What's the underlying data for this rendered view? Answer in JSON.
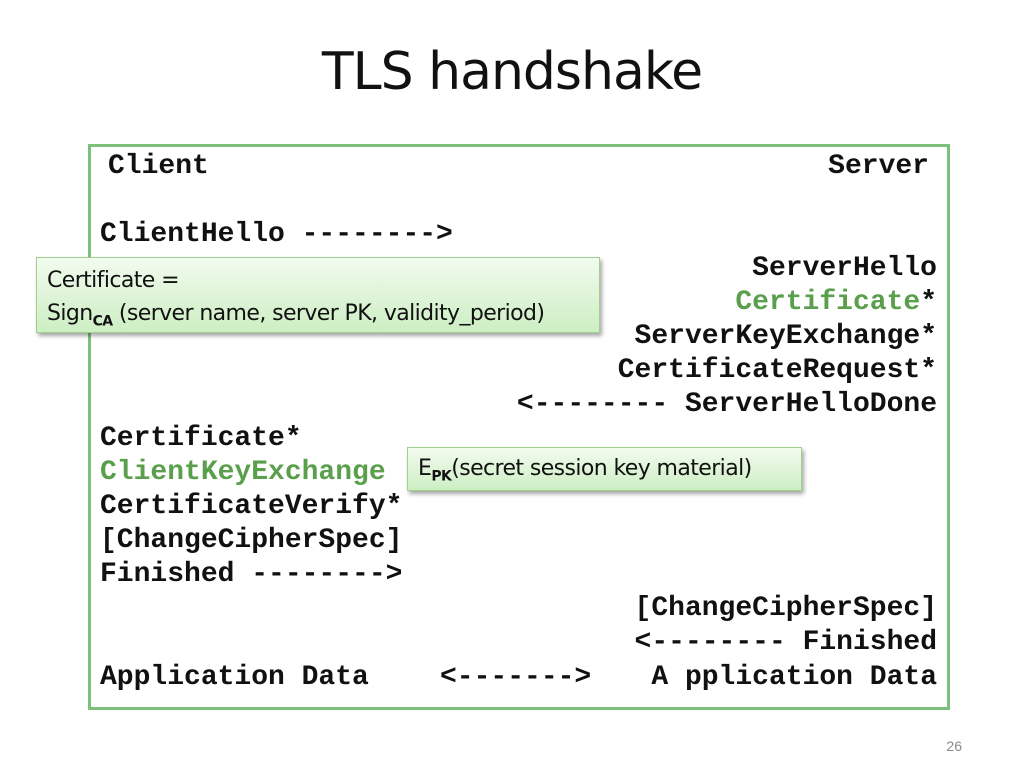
{
  "title": "TLS handshake",
  "header": {
    "client": "Client",
    "server": "Server"
  },
  "lines": {
    "client_hello": "ClientHello -------->",
    "server_hello": "ServerHello",
    "server_certificate": "Certificate",
    "star": "*",
    "server_key_exchange": "ServerKeyExchange*",
    "certificate_request": "CertificateRequest*",
    "server_hello_done": "<-------- ServerHelloDone",
    "client_certificate": "Certificate*",
    "client_key_exchange": "ClientKeyExchange",
    "certificate_verify": "CertificateVerify*",
    "client_change_cipher": "[ChangeCipherSpec]",
    "client_finished": "Finished -------->",
    "server_change_cipher": "[ChangeCipherSpec]",
    "server_finished": "<-------- Finished",
    "app_data_left": "Application Data",
    "app_data_arrow": "<------->",
    "app_data_right": "A pplication Data"
  },
  "notes": {
    "certificate_line1": "Certificate =",
    "certificate_sign": "Sign",
    "certificate_sub": "CA",
    "certificate_rest": " (server name, server PK, validity_period)",
    "key_e": "E",
    "key_sub": "PK",
    "key_rest": "(secret session key material)"
  },
  "page_number": "26",
  "colors": {
    "accent_green": "#5a9f4c",
    "border_green": "#7cc07c"
  }
}
